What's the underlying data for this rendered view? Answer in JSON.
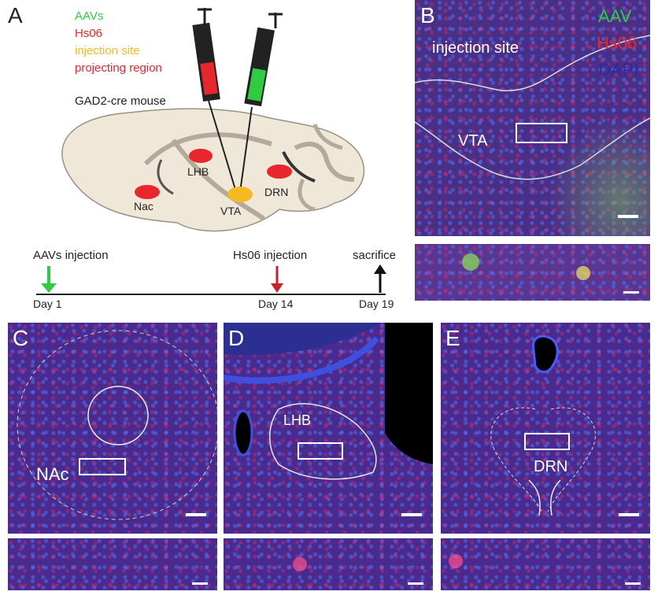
{
  "panels": {
    "a": "A",
    "b": "B",
    "c": "C",
    "d": "D",
    "e": "E"
  },
  "legend": {
    "aavs": "AAVs",
    "hs06": "Hs06",
    "injection_site": "injection site",
    "projecting_region": "projecting region",
    "colors": {
      "aavs": "#2ecc40",
      "hs06": "#e8262b",
      "injection_site": "#f5b921",
      "projecting_region": "#e8262b"
    }
  },
  "mouse_label": "GAD2-cre mouse",
  "brain_regions": {
    "lhb": "LHB",
    "nac": "Nac",
    "vta": "VTA",
    "drn": "DRN"
  },
  "timeline": {
    "aavs_injection": "AAVs injection",
    "hs06_injection": "Hs06 injection",
    "sacrifice": "sacrifice",
    "day1": "Day 1",
    "day14": "Day 14",
    "day19": "Day 19"
  },
  "panel_b": {
    "channel_aav": "AAV",
    "channel_hs06": "Hs06",
    "channel_dapi": "DAPI",
    "injection_site": "injection site",
    "vta": "VTA"
  },
  "panel_c": {
    "region": "NAc"
  },
  "panel_d": {
    "region": "LHB"
  },
  "panel_e": {
    "region": "DRN"
  }
}
